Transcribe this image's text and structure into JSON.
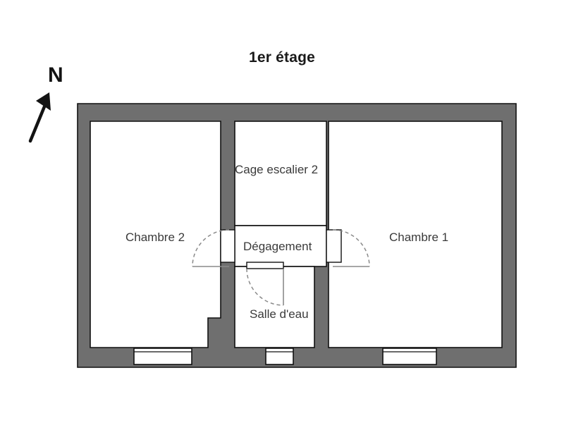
{
  "plan": {
    "title": "1er étage",
    "compass": {
      "letter": "N",
      "arrow_name": "north-arrow"
    },
    "colors": {
      "wall_fill": "#6f6f6f",
      "wall_stroke": "#111111",
      "room_fill": "#ffffff",
      "label_text": "#3a3a3a",
      "title_text": "#1a1a1a",
      "door_arc": "#7a7a7a",
      "background": "#ffffff"
    },
    "rooms": [
      {
        "id": "chambre-2",
        "label": "Chambre 2"
      },
      {
        "id": "chambre-1",
        "label": "Chambre 1"
      },
      {
        "id": "cage-escalier",
        "label": "Cage escalier 2"
      },
      {
        "id": "degagement",
        "label": "Dégagement"
      },
      {
        "id": "salle-deau",
        "label": "Salle d'eau"
      }
    ],
    "openings": {
      "windows": [
        {
          "id": "window-chambre2",
          "room": "Chambre 2"
        },
        {
          "id": "window-salle",
          "room": "Salle d'eau"
        },
        {
          "id": "window-chambre1",
          "room": "Chambre 1"
        }
      ],
      "doors": [
        {
          "id": "door-degagement-chambre2",
          "swing": "left"
        },
        {
          "id": "door-degagement-chambre1",
          "swing": "right"
        },
        {
          "id": "door-salle-deau",
          "swing": "down"
        }
      ]
    }
  }
}
